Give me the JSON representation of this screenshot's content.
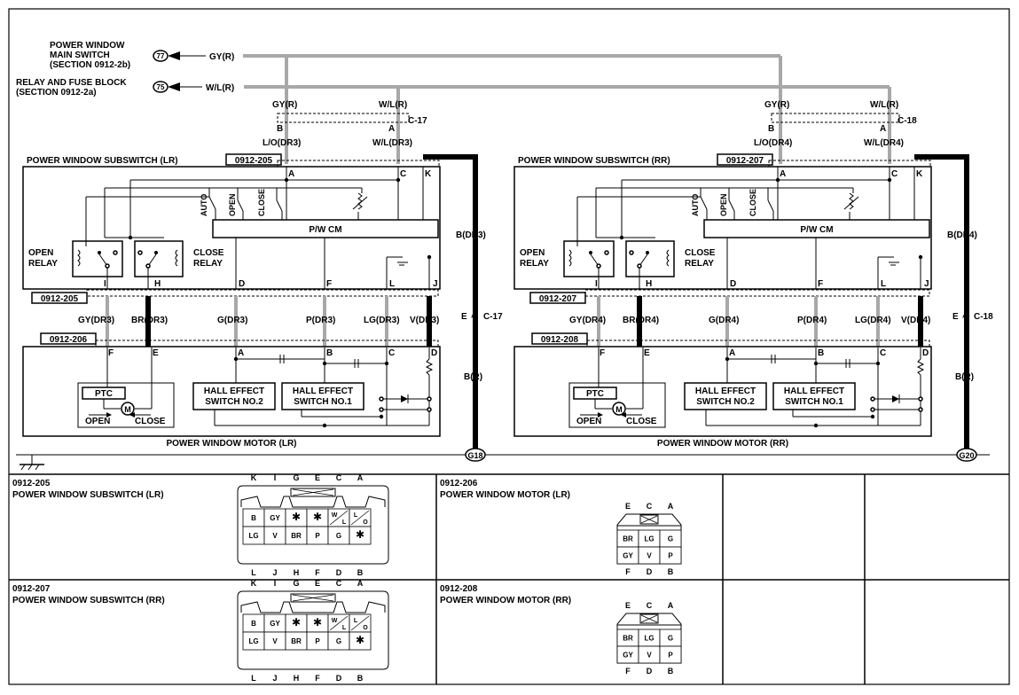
{
  "refs": {
    "main_switch_line1": "POWER WINDOW",
    "main_switch_line2": "MAIN SWITCH",
    "main_switch_line3": "(SECTION 0912-2b)",
    "main_switch_node": "77",
    "main_switch_wire": "GY(R)",
    "relay_block_line1": "RELAY AND FUSE BLOCK",
    "relay_block_line2": "(SECTION 0912-2a)",
    "relay_block_node": "75",
    "relay_block_wire": "W/L(R)"
  },
  "left": {
    "wire_gy_r": "GY(R)",
    "wire_wl_r": "W/L(R)",
    "pin_b": "B",
    "pin_a": "A",
    "conn": "C-17",
    "wire_lo": "L/O(DR3)",
    "wire_wl": "W/L(DR3)",
    "subswitch_title": "POWER WINDOW SUBSWITCH (LR)",
    "subswitch_code": "0912-205",
    "sub_pin_a": "A",
    "sub_pin_c": "C",
    "sub_pin_k": "K",
    "auto": "AUTO",
    "open": "OPEN",
    "close": "CLOSE",
    "pwcm": "P/W CM",
    "open_relay_1": "OPEN",
    "open_relay_2": "RELAY",
    "close_relay_1": "CLOSE",
    "close_relay_2": "RELAY",
    "bot_pin_i": "I",
    "bot_pin_h": "H",
    "bot_pin_d": "D",
    "bot_pin_f": "F",
    "bot_pin_l": "L",
    "bot_pin_j": "J",
    "code_205_lower": "0912-205",
    "wire_gy": "GY(DR3)",
    "wire_br": "BR(DR3)",
    "wire_g": "G(DR3)",
    "wire_p": "P(DR3)",
    "wire_lg": "LG(DR3)",
    "wire_v": "V(DR3)",
    "code_motor": "0912-206",
    "mot_pin_f": "F",
    "mot_pin_e": "E",
    "mot_pin_a": "A",
    "mot_pin_b": "B",
    "mot_pin_c": "C",
    "mot_pin_d": "D",
    "ptc": "PTC",
    "motor_m": "M",
    "motor_open": "OPEN",
    "motor_close": "CLOSE",
    "hall2_1": "HALL EFFECT",
    "hall2_2": "SWITCH NO.2",
    "hall1_1": "HALL EFFECT",
    "hall1_2": "SWITCH NO.1",
    "motor_title": "POWER WINDOW MOTOR (LR)",
    "wire_b_dr": "B(DR3)",
    "conn_e": "E",
    "conn_e_code": "C-17",
    "wire_b_r": "B(R)",
    "ground_node": "G18"
  },
  "right": {
    "wire_gy_r": "GY(R)",
    "wire_wl_r": "W/L(R)",
    "pin_b": "B",
    "pin_a": "A",
    "conn": "C-18",
    "wire_lo": "L/O(DR4)",
    "wire_wl": "W/L(DR4)",
    "subswitch_title": "POWER WINDOW SUBSWITCH (RR)",
    "subswitch_code": "0912-207",
    "sub_pin_a": "A",
    "sub_pin_c": "C",
    "sub_pin_k": "K",
    "auto": "AUTO",
    "open": "OPEN",
    "close": "CLOSE",
    "pwcm": "P/W CM",
    "open_relay_1": "OPEN",
    "open_relay_2": "RELAY",
    "close_relay_1": "CLOSE",
    "close_relay_2": "RELAY",
    "bot_pin_i": "I",
    "bot_pin_h": "H",
    "bot_pin_d": "D",
    "bot_pin_f": "F",
    "bot_pin_l": "L",
    "bot_pin_j": "J",
    "code_205_lower": "0912-207",
    "wire_gy": "GY(DR4)",
    "wire_br": "BR(DR4)",
    "wire_g": "G(DR4)",
    "wire_p": "P(DR4)",
    "wire_lg": "LG(DR4)",
    "wire_v": "V(DR4)",
    "code_motor": "0912-208",
    "mot_pin_f": "F",
    "mot_pin_e": "E",
    "mot_pin_a": "A",
    "mot_pin_b": "B",
    "mot_pin_c": "C",
    "mot_pin_d": "D",
    "ptc": "PTC",
    "motor_m": "M",
    "motor_open": "OPEN",
    "motor_close": "CLOSE",
    "hall2_1": "HALL EFFECT",
    "hall2_2": "SWITCH NO.2",
    "hall1_1": "HALL EFFECT",
    "hall1_2": "SWITCH NO.1",
    "motor_title": "POWER WINDOW MOTOR (RR)",
    "wire_b_dr": "B(DR4)",
    "conn_e": "E",
    "conn_e_code": "C-18",
    "wire_b_r": "B(R)",
    "ground_node": "G20"
  },
  "table": {
    "c205_code": "0912-205",
    "c205_name": "POWER WINDOW SUBSWITCH (LR)",
    "c206_code": "0912-206",
    "c206_name": "POWER WINDOW MOTOR (LR)",
    "c207_code": "0912-207",
    "c207_name": "POWER WINDOW SUBSWITCH (RR)",
    "c208_code": "0912-208",
    "c208_name": "POWER WINDOW MOTOR (RR)",
    "sub_top_pins": [
      "K",
      "I",
      "G",
      "E",
      "C",
      "A"
    ],
    "sub_bottom_pins": [
      "L",
      "J",
      "H",
      "F",
      "D",
      "B"
    ],
    "sub_row1": [
      "B",
      "GY",
      "✱",
      "✱",
      "W/L",
      "L/O"
    ],
    "sub_row2": [
      "LG",
      "V",
      "BR",
      "P",
      "G",
      "✱"
    ],
    "mot_top_pins": [
      "E",
      "C",
      "A"
    ],
    "mot_bottom_pins": [
      "F",
      "D",
      "B"
    ],
    "mot_row1": [
      "BR",
      "LG",
      "G"
    ],
    "mot_row2": [
      "GY",
      "V",
      "P"
    ]
  }
}
